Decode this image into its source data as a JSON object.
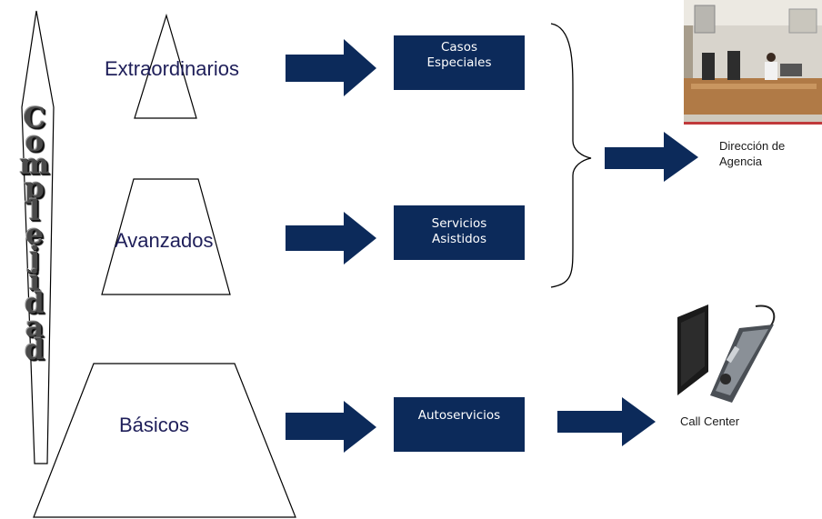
{
  "vertical_label": {
    "text": "Complejidad",
    "letters": [
      "C",
      "o",
      "m",
      "p",
      "l",
      "e",
      "j",
      "i",
      "d",
      "a",
      "d"
    ]
  },
  "tiers": {
    "top": {
      "label": "Extraordinarios",
      "box_lines": [
        "Casos",
        "Especiales"
      ]
    },
    "middle": {
      "label": "Avanzados",
      "box_lines": [
        "Servicios",
        "Asistidos"
      ]
    },
    "bottom": {
      "label": "Básicos",
      "box_lines": [
        "Autoservicios"
      ]
    }
  },
  "destinations": {
    "agency": {
      "lines": [
        "Dirección de",
        "Agencia"
      ]
    },
    "call_center": {
      "text": "Call Center"
    }
  },
  "colors": {
    "arrow": "#0c2a5a",
    "box": "#0c2a5a",
    "tier_text": "#1f1f5a",
    "box_text": "#ffffff",
    "outline": "#000000"
  },
  "images": {
    "office": "office-reception-photo",
    "call_center": "keyboard-and-phone-photo"
  }
}
